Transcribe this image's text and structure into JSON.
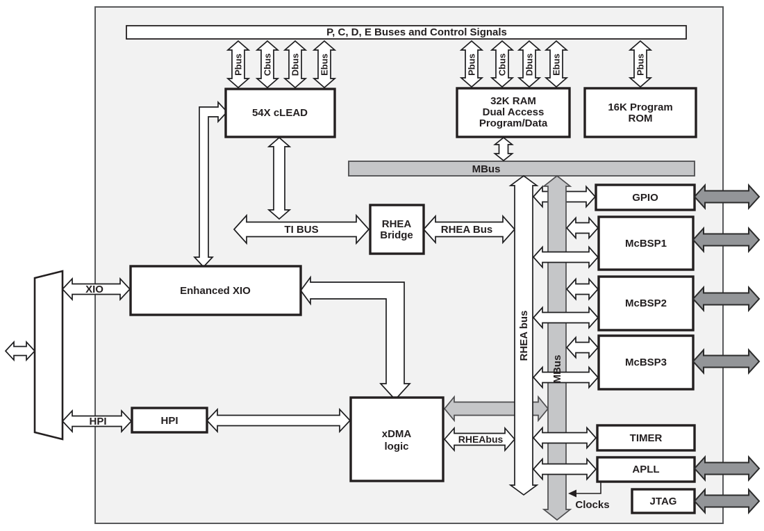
{
  "diagram": {
    "top_bus_bar": "P, C, D, E Buses and Control Signals",
    "bus_groups": {
      "cpu_buses": [
        "Pbus",
        "Cbus",
        "Dbus",
        "Ebus"
      ],
      "ram_buses": [
        "Pbus",
        "Cbus",
        "Dbus",
        "Ebus"
      ],
      "rom_buses": [
        "Pbus"
      ]
    },
    "blocks": {
      "cpu": "54X cLEAD",
      "ram": [
        "32K RAM",
        "Dual Access",
        "Program/Data"
      ],
      "rom": [
        "16K Program",
        "ROM"
      ],
      "rhea_bridge": [
        "RHEA",
        "Bridge"
      ],
      "enhanced_xio": "Enhanced XIO",
      "hpi": "HPI",
      "xdma": [
        "xDMA",
        "logic"
      ],
      "gpio": "GPIO",
      "mcbsp1": "McBSP1",
      "mcbsp2": "McBSP2",
      "mcbsp3": "McBSP3",
      "timer": "TIMER",
      "apll": "APLL",
      "jtag": "JTAG"
    },
    "bus_labels": {
      "mbus_bar": "MBus",
      "ti_bus": "TI BUS",
      "rhea_bus_horizontal": "RHEA Bus",
      "rhea_bus_vertical": "RHEA bus",
      "mbus_vertical": "MBus",
      "rheabus_xdma": "RHEAbus",
      "xio": "XIO",
      "hpi": "HPI",
      "clocks": "Clocks"
    },
    "colors": {
      "container_bg": "#f2f2f2",
      "container_border": "#58595b",
      "bus_gray": "#c5c6c8",
      "io_arrow_gray": "#939598"
    }
  }
}
